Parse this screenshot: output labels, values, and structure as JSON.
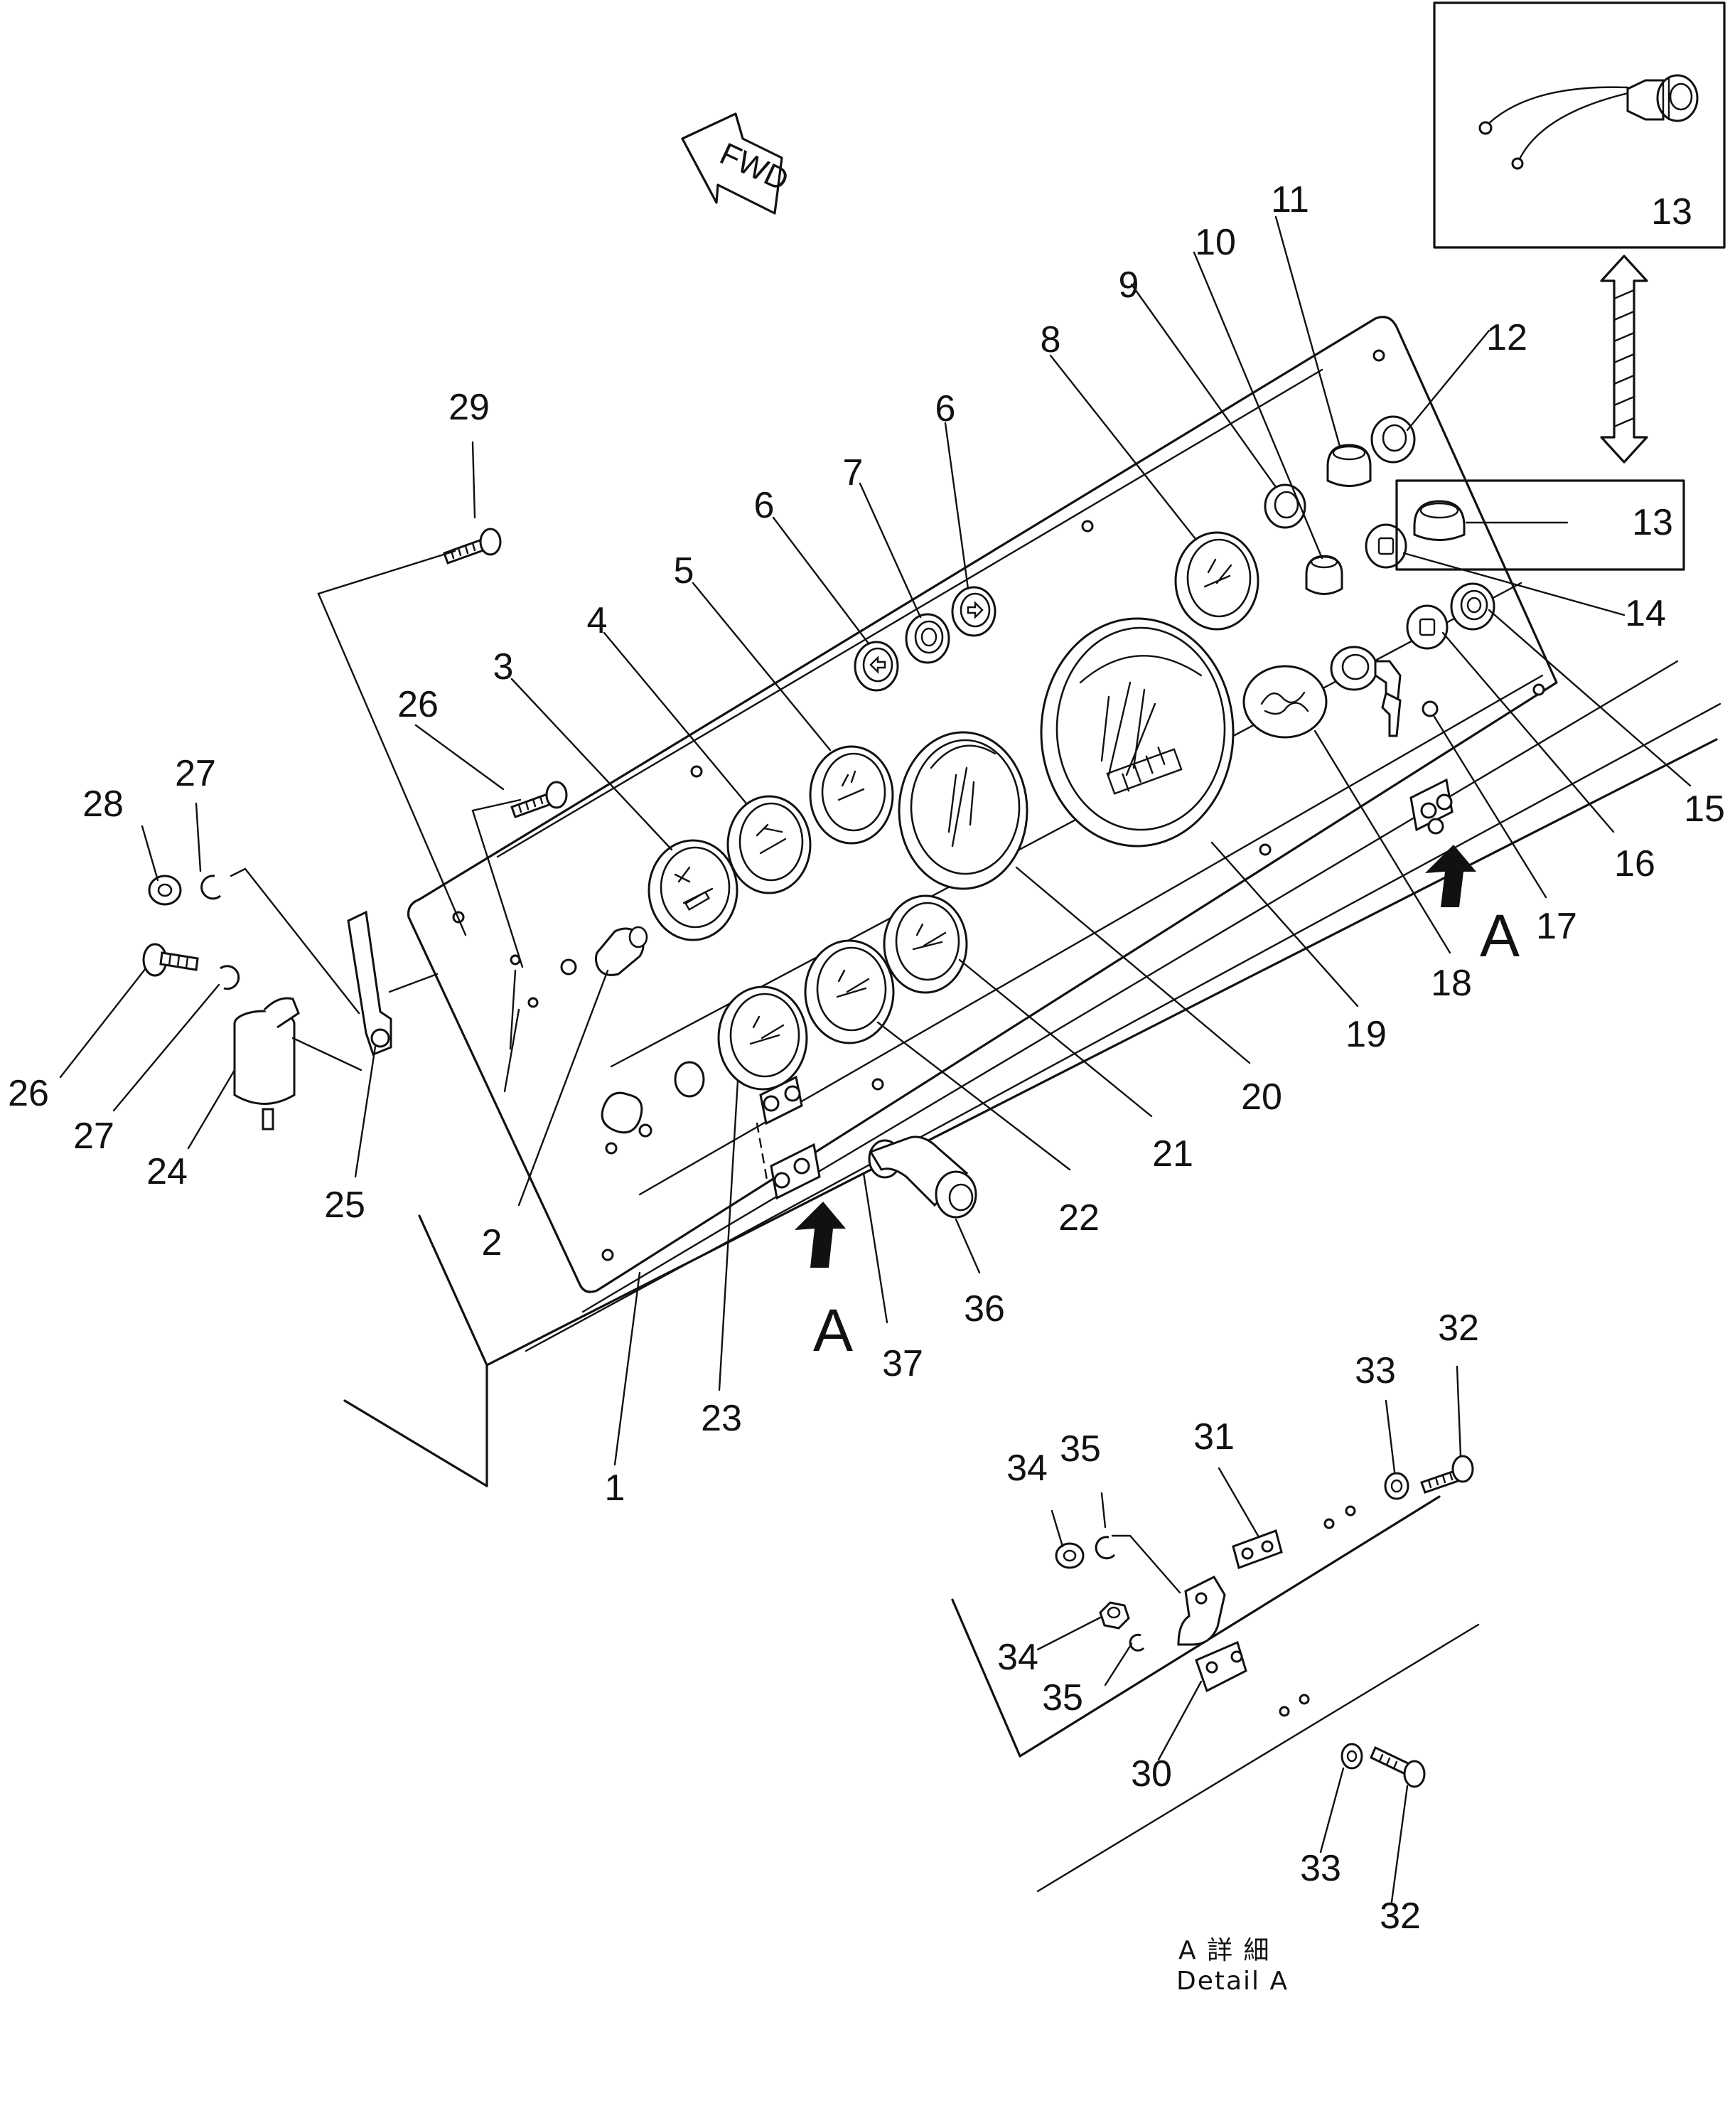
{
  "fwd_label": "FWD",
  "callouts": {
    "c1": "1",
    "c2": "2",
    "c3": "3",
    "c4": "4",
    "c5": "5",
    "c6a": "6",
    "c6b": "6",
    "c7": "7",
    "c8": "8",
    "c9": "9",
    "c10": "10",
    "c11": "11",
    "c12": "12",
    "c13a": "13",
    "c13b": "13",
    "c14": "14",
    "c15": "15",
    "c16": "16",
    "c17": "17",
    "c18": "18",
    "c19": "19",
    "c20": "20",
    "c21": "21",
    "c22": "22",
    "c23": "23",
    "c24": "24",
    "c25": "25",
    "c26a": "26",
    "c26b": "26",
    "c27a": "27",
    "c27b": "27",
    "c28": "28",
    "c29": "29",
    "c30": "30",
    "c31": "31",
    "c32a": "32",
    "c32b": "32",
    "c33a": "33",
    "c33b": "33",
    "c34a": "34",
    "c34b": "34",
    "c35a": "35",
    "c35b": "35",
    "c36": "36",
    "c37": "37"
  },
  "view_letters": {
    "a_right": "A",
    "a_bottom": "A"
  },
  "detail_caption": {
    "jp": "A 詳 細",
    "en": "Detail A"
  }
}
